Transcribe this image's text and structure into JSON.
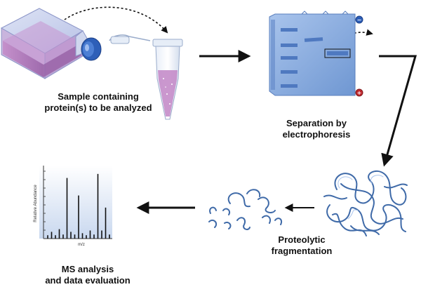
{
  "steps": {
    "sample": {
      "line1": "Sample containing",
      "line2": "protein(s) to be analyzed"
    },
    "separation": {
      "line1": "Separation by",
      "line2": "electrophoresis"
    },
    "fragmentation": {
      "line1": "Proteolytic",
      "line2": "fragmentation"
    },
    "ms": {
      "line1": "MS analysis",
      "line2": "and data evaluation"
    }
  },
  "spectrum": {
    "ylabel": "Relative Abundance",
    "xlabel": "m/z",
    "peaks": [
      0.05,
      0.1,
      0.05,
      0.14,
      0.06,
      0.9,
      0.1,
      0.06,
      0.64,
      0.08,
      0.05,
      0.12,
      0.06,
      0.96,
      0.12,
      0.46,
      0.06
    ]
  },
  "electrodes": {
    "top": "−",
    "bottom": "+"
  },
  "colors": {
    "arrow": "#111111",
    "gel": "#7fa6dc",
    "band": "#4f79c0",
    "flask_liquid": "#b07ab8",
    "cap": "#2e5fb8",
    "protein": "#3f6aa8"
  }
}
